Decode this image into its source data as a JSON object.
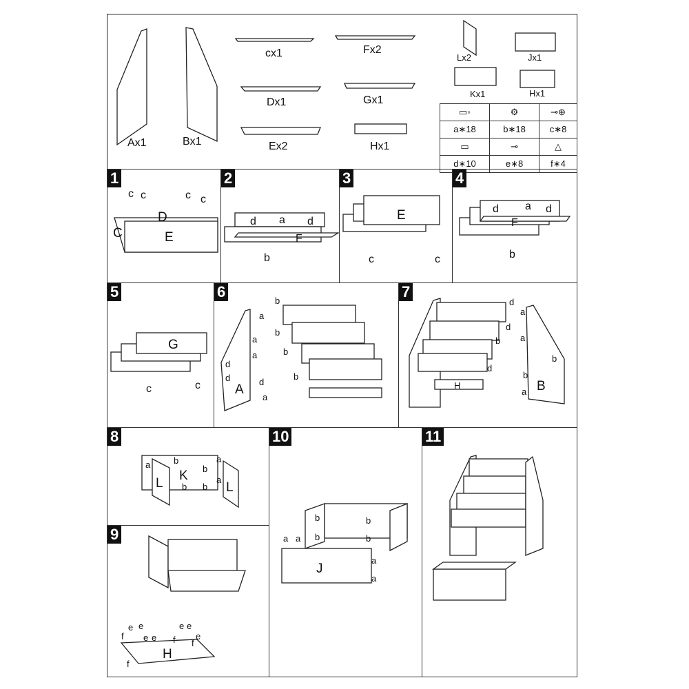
{
  "parts": {
    "A": "Ax1",
    "B": "Bx1",
    "C": "cx1",
    "D": "Dx1",
    "E": "Ex2",
    "F": "Fx2",
    "G": "Gx1",
    "H": "Hx1",
    "L": "Lx2",
    "J": "Jx1",
    "K": "Kx1",
    "H2": "Hx1"
  },
  "hardware": [
    {
      "label": "a∗18",
      "icon": "dowel-icon"
    },
    {
      "label": "b∗18",
      "icon": "cam-lock-icon"
    },
    {
      "label": "c∗8",
      "icon": "screw-icon"
    },
    {
      "label": "d∗10",
      "icon": "small-dowel-icon"
    },
    {
      "label": "e∗8",
      "icon": "short-screw-icon"
    },
    {
      "label": "f∗4",
      "icon": "glide-icon"
    }
  ],
  "steps": {
    "s1": {
      "num": "1",
      "labels": [
        "c",
        "c",
        "c",
        "c",
        "D",
        "C",
        "E"
      ]
    },
    "s2": {
      "num": "2",
      "labels": [
        "d",
        "a",
        "d",
        "F",
        "b"
      ]
    },
    "s3": {
      "num": "3",
      "labels": [
        "E",
        "c",
        "c"
      ]
    },
    "s4": {
      "num": "4",
      "labels": [
        "d",
        "a",
        "d",
        "F",
        "b"
      ]
    },
    "s5": {
      "num": "5",
      "labels": [
        "G",
        "c",
        "c"
      ]
    },
    "s6": {
      "num": "6",
      "labels": [
        "b",
        "a",
        "b",
        "a",
        "a",
        "b",
        "d",
        "d",
        "d",
        "b",
        "A",
        "a"
      ]
    },
    "s7": {
      "num": "7",
      "labels": [
        "d",
        "a",
        "d",
        "a",
        "b",
        "b",
        "d",
        "b",
        "H",
        "a",
        "B"
      ]
    },
    "s8": {
      "num": "8",
      "labels": [
        "a",
        "b",
        "a",
        "K",
        "b",
        "L",
        "b",
        "b",
        "a",
        "L"
      ]
    },
    "s9": {
      "num": "9",
      "labels": [
        "e",
        "e",
        "e",
        "e",
        "e",
        "e",
        "e",
        "f",
        "f",
        "f",
        "H",
        "f"
      ]
    },
    "s10": {
      "num": "10",
      "labels": [
        "b",
        "b",
        "b",
        "b",
        "a",
        "a",
        "J",
        "a",
        "a"
      ]
    },
    "s11": {
      "num": "11",
      "labels": []
    }
  }
}
